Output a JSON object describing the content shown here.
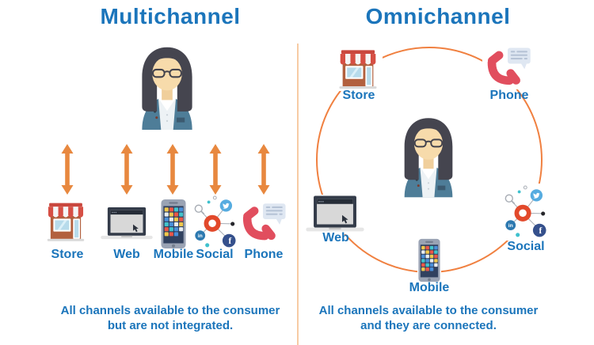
{
  "left_panel": {
    "title": "Multichannel",
    "channels": [
      {
        "label": "Store",
        "icon": "store-icon"
      },
      {
        "label": "Web",
        "icon": "web-icon"
      },
      {
        "label": "Mobile",
        "icon": "mobile-icon"
      },
      {
        "label": "Social",
        "icon": "social-icon"
      },
      {
        "label": "Phone",
        "icon": "phone-icon"
      }
    ],
    "caption_line1": "All channels available to the consumer",
    "caption_line2": "but are not integrated."
  },
  "right_panel": {
    "title": "Omnichannel",
    "channels": [
      {
        "label": "Store",
        "icon": "store-icon"
      },
      {
        "label": "Phone",
        "icon": "phone-icon"
      },
      {
        "label": "Web",
        "icon": "web-icon"
      },
      {
        "label": "Social",
        "icon": "social-icon"
      },
      {
        "label": "Mobile",
        "icon": "mobile-icon"
      }
    ],
    "caption_line1": "All channels available to the consumer",
    "caption_line2": "and they are connected."
  },
  "colors": {
    "heading_blue": "#1b75bb",
    "arrow_orange": "#e8883f",
    "connection_circle_orange": "#f08040",
    "divider_peach": "#f7cba4",
    "phone_red": "#e14e5e",
    "social_hub_orange": "#e2492b",
    "store_awning_red": "#d64f44"
  }
}
